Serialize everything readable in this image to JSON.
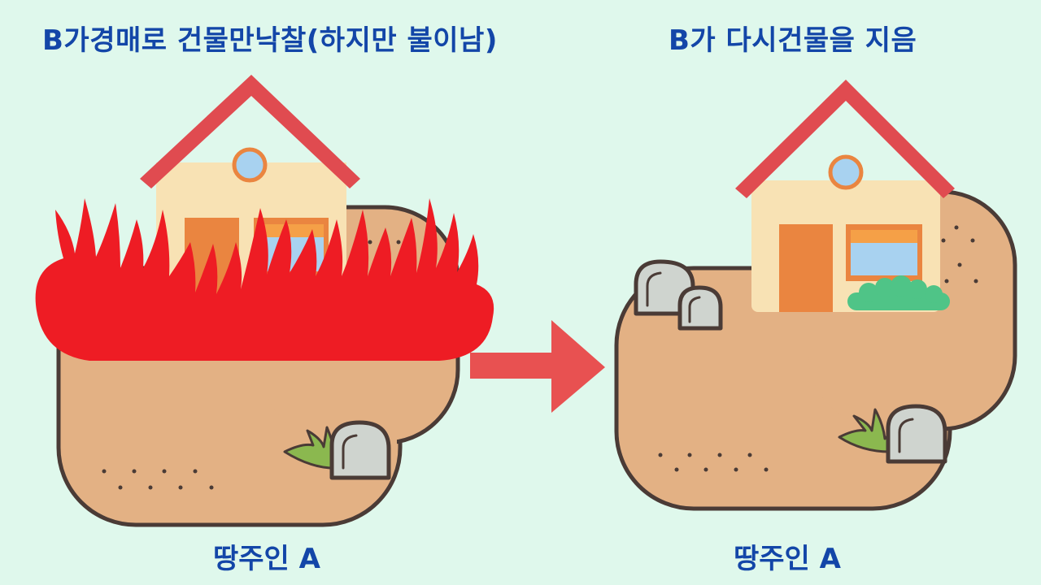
{
  "left_scene": {
    "title": "B가경매로 건물만낙찰(하지만 불이남)",
    "caption": "땅주인 A"
  },
  "right_scene": {
    "title": "B가 다시건물을 지음",
    "caption": "땅주인 A"
  },
  "colors": {
    "background": "#dff8ec",
    "text": "#1346a8",
    "land": "#e3b184",
    "outline": "#4a3b36",
    "roof": "#e04b50",
    "wall": "#f8e2b4",
    "door": "#ea8540",
    "window_glass": "#a8d2f0",
    "window_top": "#f5a047",
    "bush": "#4fc487",
    "grass": "#8bb84f",
    "rock": "#cfd4cf",
    "fire": "#ee1c24",
    "arrow": "#e85151"
  },
  "icons": [
    "house-icon",
    "fire-icon",
    "arrow-right-icon",
    "rock-icon",
    "grass-icon",
    "bush-icon"
  ]
}
